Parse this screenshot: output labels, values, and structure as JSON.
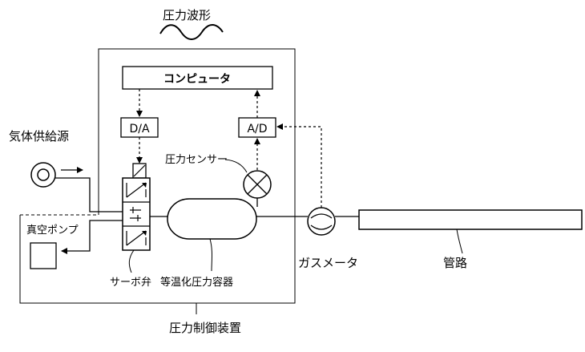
{
  "labels": {
    "pressure_waveform": "圧力波形",
    "computer": "コンピュータ",
    "da": "D/A",
    "ad": "A/D",
    "gas_supply": "気体供給源",
    "pressure_sensor": "圧力センサー",
    "vacuum_pump": "真空ポンプ",
    "servo_valve": "サーボ弁",
    "isothermal_vessel": "等温化圧力容器",
    "gas_meter": "ガスメータ",
    "pipe": "管路",
    "pressure_control_device": "圧力制御装置"
  }
}
